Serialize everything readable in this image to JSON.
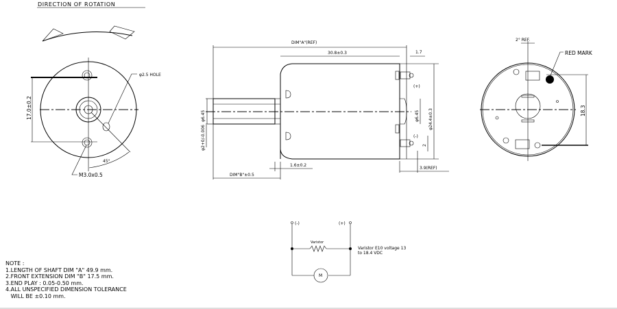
{
  "title": "DIRECTION OF ROTATION",
  "front_view": {
    "hole_label": "φ2.5 HOLE",
    "thread_label": "M3.0x0.5",
    "spacing_dim": "17.0±0.2",
    "angle_label": "45°"
  },
  "side_view": {
    "dim_a": "DIM\"A\"(REF)",
    "body_length": "30.8±0.3",
    "terminal_offset": "1.7",
    "shaft_dia": "φ6.45",
    "shaft_dia_tol": "φ2+0/-0.006",
    "boss_dia": "φ6.45",
    "body_dia": "φ24.4±0.3",
    "collar": "1.6±0.2",
    "dim_b": "DIM\"B\"±0.5",
    "terminal_ref": "3.9(REF)",
    "terminal_width": "2",
    "plus_label": "(+)",
    "minus_label": "(-)"
  },
  "rear_view": {
    "angle_ref": "2° REF.",
    "red_mark": "RED MARK",
    "terminal_spacing": "18.3",
    "red_mark_color": "#000000"
  },
  "circuit": {
    "minus_label": "(-)",
    "plus_label": "(+)",
    "varistor_label": "Varistor",
    "motor_label": "M",
    "note_line1": "Varistor E10 voltage 13",
    "note_line2": "to 18.4 VDC"
  },
  "notes": {
    "heading": "NOTE :",
    "items": [
      "1.LENGTH OF SHAFT DIM \"A\" 49.9 mm.",
      "2.FRONT EXTENSION DIM \"B\" 17.5 mm.",
      "3.END PLAY : 0.05-0.50 mm.",
      "4.ALL UNSPECIFIED DIMENSION TOLERANCE",
      "   WILL BE ±0.10 mm."
    ]
  }
}
